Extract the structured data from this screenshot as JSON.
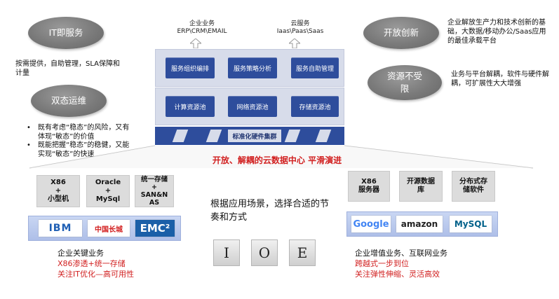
{
  "left": {
    "it_service": "IT即服务",
    "it_service_note": "按需提供，自助管理，SLA保障和计量",
    "dual_mode": "双态运维",
    "bullets": [
      "既有考虑“稳态”的风险，又有体现“敏态”的价值",
      "既能把握“稳态”的稳健，又能实现“敏态”的快速"
    ]
  },
  "right": {
    "open_innovation": "开放创新",
    "open_innovation_note": "企业解放生产力和技术创新的基础，大数据/移动办公/Saas应用的最佳承载平台",
    "unlimited": "资源不受限",
    "unlimited_note": "业务与平台解耦，软件与硬件解耦，可扩展性大大增强"
  },
  "stack": {
    "top_left_label": "企业业务\nERP\\CRM\\EMAIL",
    "top_right_label": "云服务\nIaas\\Paas\\Saas",
    "row1": [
      "服务组织编排",
      "服务策略分析",
      "服务自助管理"
    ],
    "row2": [
      "计算资源池",
      "网络资源池",
      "存储资源池"
    ],
    "hardware": "标准化硬件集群",
    "banner": "开放、解耦的云数据中心  平滑演进"
  },
  "bottom_left": {
    "boxes": [
      "X86\n+\n小型机",
      "Oracle\n+\nMySql",
      "统一存储\n+\nSAN&N\nAS"
    ],
    "logos": [
      {
        "name": "IBM",
        "color": "#1f5fb4"
      },
      {
        "name": "中国长城",
        "color": "#d21f1f"
      },
      {
        "name": "EMC²",
        "color": "#ffffff"
      }
    ],
    "caption1": "企业关键业务",
    "caption2": "X86渗透+统一存储",
    "caption3": "关注IT优化—高可用性"
  },
  "center": {
    "text": "根据应用场景，选择合适的节奏和方式",
    "ioe": [
      "I",
      "O",
      "E"
    ]
  },
  "bottom_right": {
    "boxes": [
      "X86\n服务器",
      "开源数据\n库",
      "分布式存\n储软件"
    ],
    "logos": [
      {
        "name": "Google",
        "color": "#4285f4"
      },
      {
        "name": "amazon",
        "color": "#222222"
      },
      {
        "name": "MySQL",
        "color": "#00618a"
      }
    ],
    "caption1": "企业增值业务、互联网业务",
    "caption2": "跨越式一步到位",
    "caption3": "关注弹性伸缩、灵活高效"
  }
}
